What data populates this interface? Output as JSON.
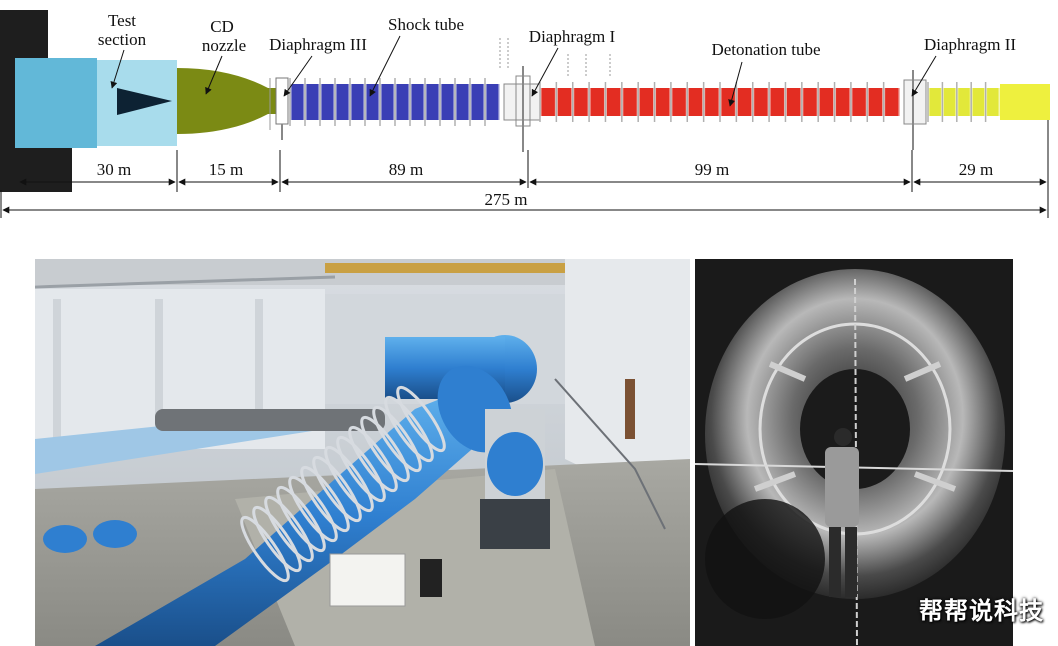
{
  "labels": {
    "test_section": [
      "Test",
      "section"
    ],
    "cd_nozzle": [
      "CD",
      "nozzle"
    ],
    "diaphragm_3": "Diaphragm III",
    "shock_tube": "Shock tube",
    "diaphragm_1": "Diaphragm I",
    "detonation_tube": "Detonation tube",
    "diaphragm_2": "Diaphragm II"
  },
  "dimensions": {
    "test_section": "30 m",
    "cd_nozzle": "15 m",
    "shock_tube": "89 m",
    "detonation_tube": "99 m",
    "end_section": "29 m",
    "total": "275 m"
  },
  "colors": {
    "test_section": "#62b8d8",
    "test_section_light": "#a8dcec",
    "cd_nozzle": "#7b8a14",
    "shock_tube": "#3a3fb5",
    "detonation_tube": "#e32d22",
    "end_section": "#e2e83a",
    "end_section_far": "#eef03e",
    "tunnel_blue": "#2f7fd0"
  },
  "watermark": "帮帮说科技"
}
